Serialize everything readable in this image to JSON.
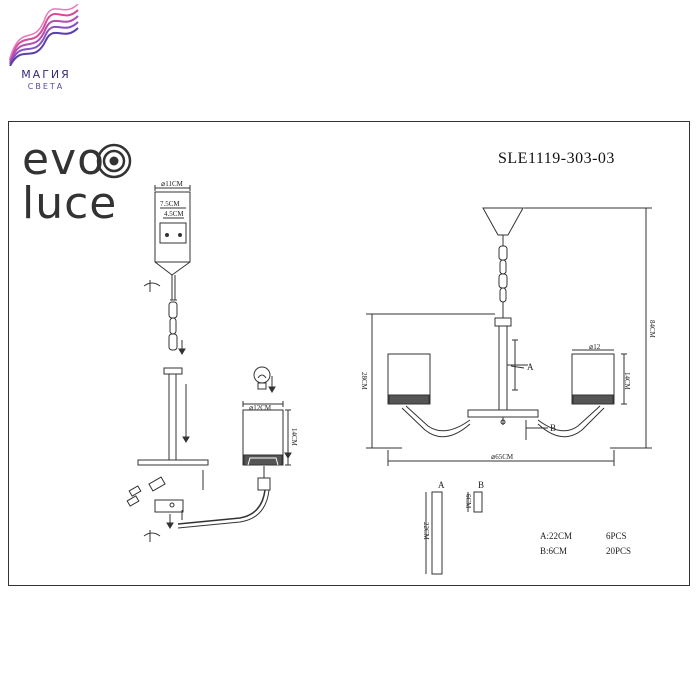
{
  "watermark": {
    "name": "МАГИЯ",
    "subtitle": "СВЕТА"
  },
  "brand": {
    "line1": "evo",
    "line2": "luce"
  },
  "model_number": "SLE1119-303-03",
  "left_assembly": {
    "canopy_diameter": "⌀11CM",
    "inner_width_1": "7.5CM",
    "inner_width_2": "4.5CM",
    "shade_diameter": "⌀12CM",
    "shade_height": "14CM"
  },
  "right_assembly": {
    "total_height": "84CM",
    "arm_height": "28CM",
    "shade_diameter": "⌀12",
    "shade_height": "14CM",
    "span": "⌀65CM",
    "label_a": "A",
    "label_b": "B"
  },
  "rods": {
    "a_label": "A",
    "b_label": "B",
    "a_length": "22CM",
    "b_length": "6CM"
  },
  "legend": [
    {
      "part": "A:22CM",
      "qty": "6PCS"
    },
    {
      "part": "B:6CM",
      "qty": "20PCS"
    }
  ],
  "colors": {
    "line": "#333333",
    "shade": "#555555",
    "watermark_pink": "#d64c9a",
    "watermark_purple": "#5a3fa8"
  }
}
